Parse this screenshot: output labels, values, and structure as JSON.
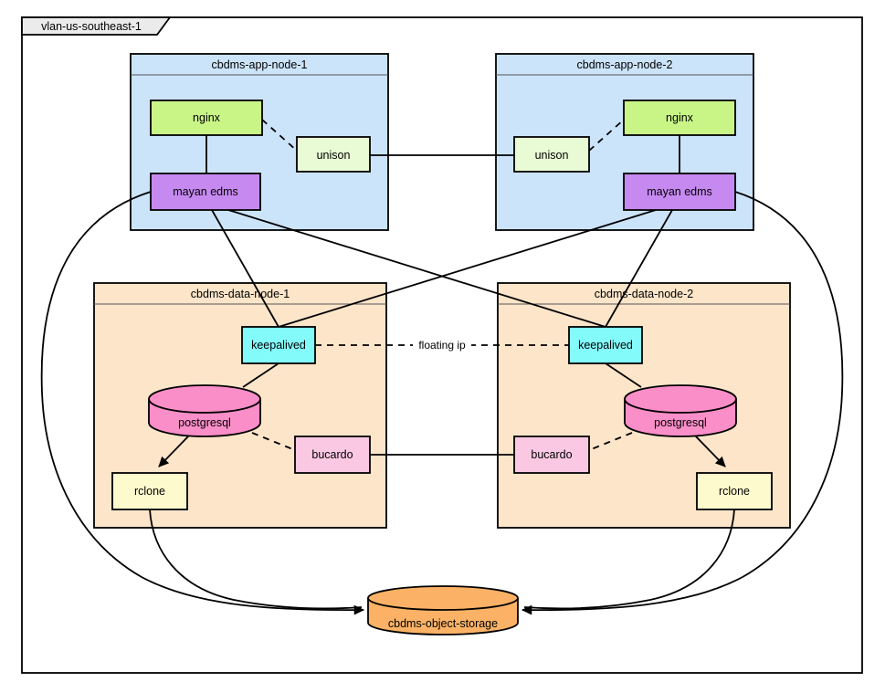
{
  "diagram": {
    "tab_label": "vlan-us-southeast-1",
    "floating_ip_label": "floating ip",
    "storage_label": "cbdms-object-storage",
    "app_nodes": [
      {
        "title": "cbdms-app-node-1",
        "nginx": "nginx",
        "unison": "unison",
        "mayan": "mayan edms"
      },
      {
        "title": "cbdms-app-node-2",
        "nginx": "nginx",
        "unison": "unison",
        "mayan": "mayan edms"
      }
    ],
    "data_nodes": [
      {
        "title": "cbdms-data-node-1",
        "keepalived": "keepalived",
        "postgresql": "postgresql",
        "bucardo": "bucardo",
        "rclone": "rclone"
      },
      {
        "title": "cbdms-data-node-2",
        "keepalived": "keepalived",
        "postgresql": "postgresql",
        "bucardo": "bucardo",
        "rclone": "rclone"
      }
    ],
    "colors": {
      "tab_fill": "#ebebeb",
      "app_node_fill": "#cce4fa",
      "data_node_fill": "#fce5c9",
      "nginx_fill": "#c9f587",
      "unison_fill": "#e8fbd4",
      "mayan_fill": "#c689f0",
      "keepalived_fill": "#84fbfb",
      "postgresql_fill": "#fa8ec8",
      "bucardo_fill": "#fbc8e4",
      "rclone_fill": "#fdfbcd",
      "storage_fill": "#fbb266",
      "stroke": "#000000"
    }
  }
}
